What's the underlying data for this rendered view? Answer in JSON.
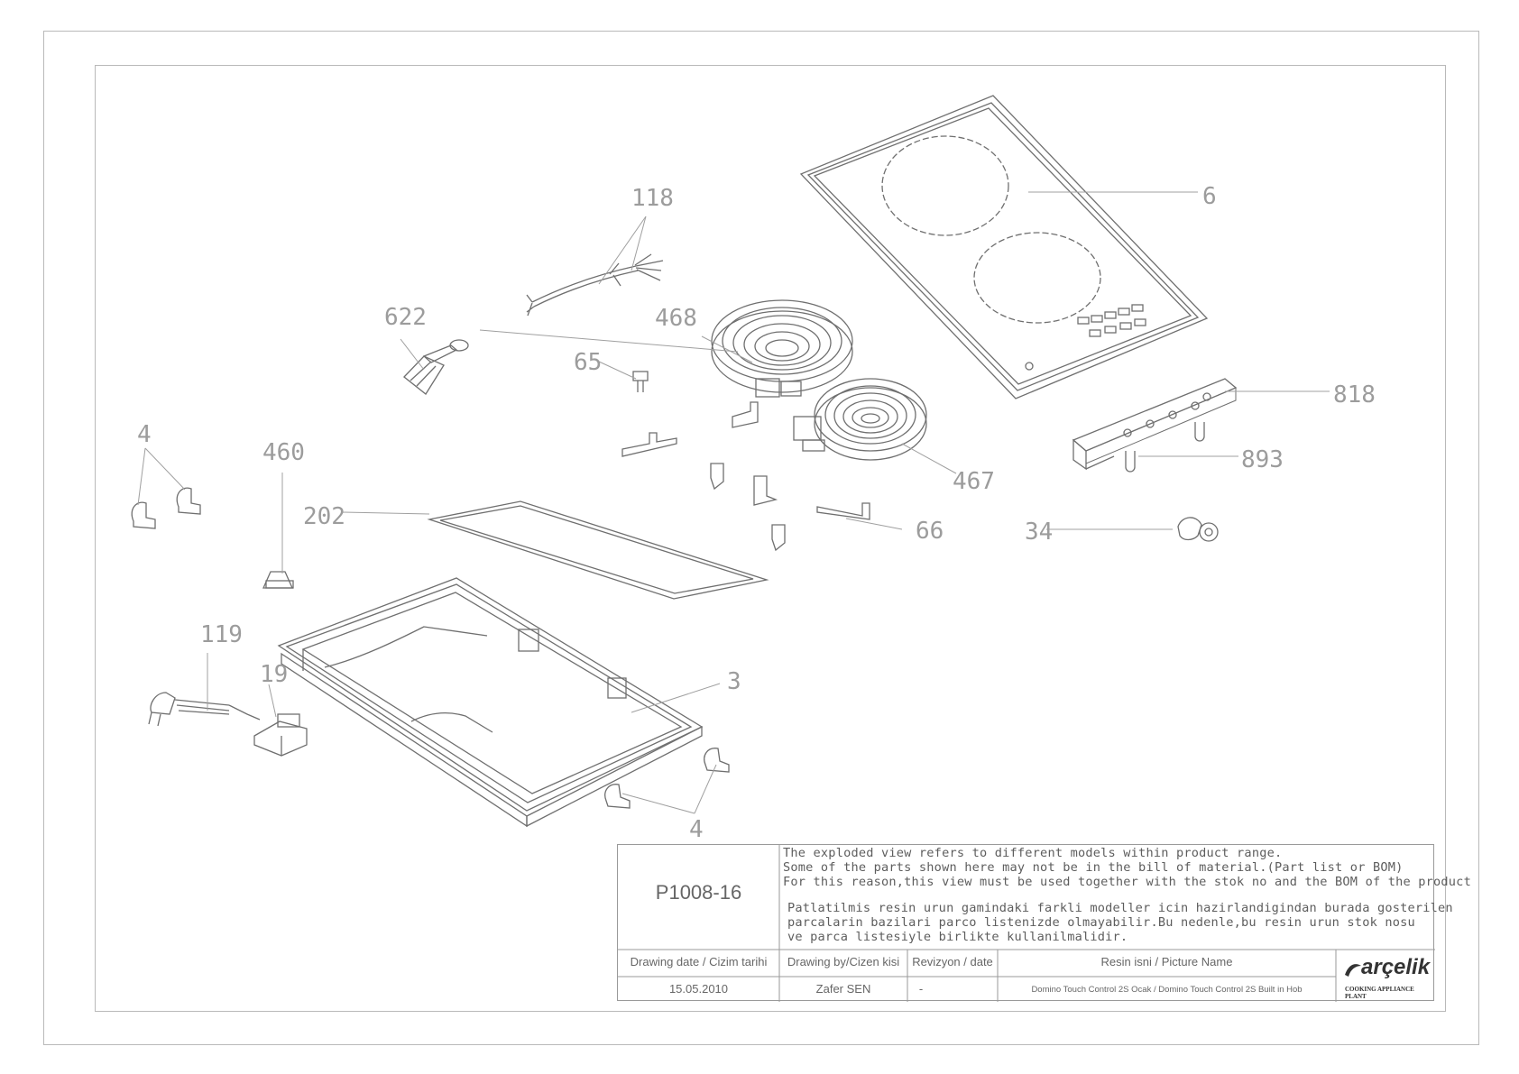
{
  "callouts": [
    "118",
    "622",
    "468",
    "65",
    "6",
    "818",
    "893",
    "4",
    "460",
    "202",
    "467",
    "66",
    "34",
    "119",
    "19",
    "3",
    "4"
  ],
  "title_block": {
    "drawing_no": "P1008-16",
    "note_en": [
      "The exploded view refers to different models within product range.",
      "Some of the parts shown here may not be in the bill of material.(Part list or BOM)",
      "For this reason,this view must be used together with the stok no and the BOM of the product"
    ],
    "note_tr": [
      "Patlatilmis resin urun gamindaki farkli modeller icin hazirlandigindan burada gosterilen",
      "parcalarin bazilari parco listenizde olmayabilir.Bu nedenle,bu resin urun stok nosu",
      "ve parca listesiyle birlikte kullanilmalidir."
    ],
    "headers": {
      "date": "Drawing date / Cizim tarihi",
      "by": "Drawing by/Cizen kisi",
      "revision": "Revizyon / date",
      "picture": "Resin isni / Picture Name"
    },
    "values": {
      "date": "15.05.2010",
      "by": "Zafer SEN",
      "revision": "-",
      "picture": "Domino Touch Control 2S Ocak / Domino Touch Control 2S Built in Hob"
    },
    "brand": "arçelik",
    "brand_sub": "COOKING APPLIANCE PLANT"
  },
  "colors": {
    "line": "#6f6f6f",
    "callout": "#9c9c9c",
    "frame": "#b9b9b9"
  }
}
